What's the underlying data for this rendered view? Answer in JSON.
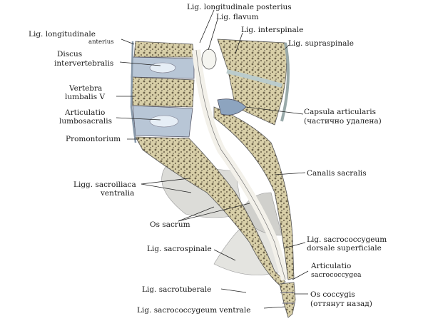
{
  "labels": {
    "lig_long_post": "Lig. longitudinale posterius",
    "lig_flavum": "Lig. flavum",
    "lig_interspinale": "Lig. interspinale",
    "lig_supraspinale": "Lig. supraspinale",
    "lig_long_ant_1": "Lig. longitudinale",
    "lig_long_ant_2": "anterius",
    "discus_1": "Discus",
    "discus_2": "intervertebralis",
    "vertebra_1": "Vertebra",
    "vertebra_2": "lumbalis V",
    "artic_lumb_1": "Articulatio",
    "artic_lumb_2": "lumbosacralis",
    "promontorium": "Promontorium",
    "capsula_1": "Capsula articularis",
    "capsula_2": "(частично удалена)",
    "canalis_sacralis": "Canalis sacralis",
    "ligg_sacroiliaca_1": "Ligg. sacroiliaca",
    "ligg_sacroiliaca_2": "ventralia",
    "os_sacrum": "Os sacrum",
    "lig_sacrococc_dors_1": "Lig. sacrococcygeum",
    "lig_sacrococc_dors_2": "dorsale superficiale",
    "lig_sacrospinale": "Lig. sacrospinale",
    "artic_sacrococc_1": "Articulatio",
    "artic_sacrococc_2": "sacrococcygea",
    "lig_sacrotuberale": "Lig. sacrotuberale",
    "os_coccygis_1": "Os coccygis",
    "os_coccygis_2": "(оттянут назад)",
    "lig_sacrococc_ventr": "Lig. sacrococcygeum ventrale"
  }
}
